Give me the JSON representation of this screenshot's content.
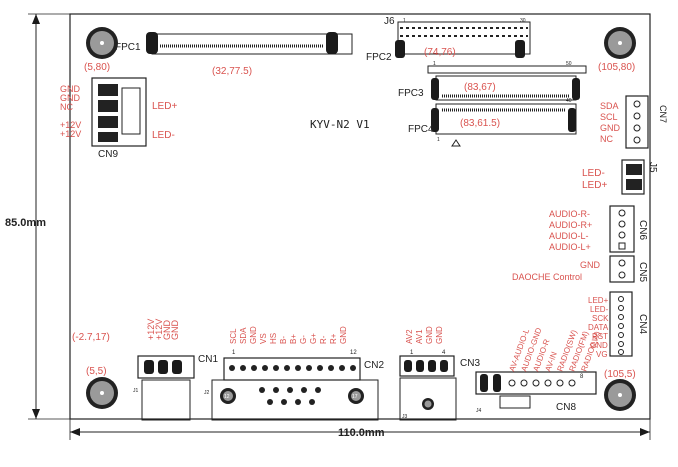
{
  "dimensions": {
    "width": "110.0mm",
    "height": "85.0mm"
  },
  "board_title": "KYV-N2 V1",
  "coordinates": {
    "top_left": "(5,80)",
    "top_right": "(105,80)",
    "bottom_left": "(5,5)",
    "bottom_right": "(105,5)",
    "cn1": "(-2.7,17)",
    "fpc1": "(32,77.5)",
    "fpc2": "(74,76)",
    "fpc3": "(83,67)",
    "fpc4": "(83,61.5)"
  },
  "connectors": {
    "fpc1": "FPC1",
    "fpc2": "FPC2",
    "fpc3": "FPC3",
    "fpc4": "FPC4",
    "j6": "J6",
    "j5": "J5",
    "cn1": "CN1",
    "cn2": "CN2",
    "cn3": "CN3",
    "cn4": "CN4",
    "cn5": "CN5",
    "cn6": "CN6",
    "cn7": "CN7",
    "cn8": "CN8",
    "cn9": "CN9",
    "j1": "J1",
    "j2": "J2",
    "j3": "J3",
    "j4": "J4"
  },
  "cn9_pins": [
    "GND",
    "GND",
    "NC",
    "+12V",
    "+12V"
  ],
  "cn9_led": [
    "LED+",
    "LED-"
  ],
  "cn7_pins": [
    "SDA",
    "SCL",
    "GND",
    "NC"
  ],
  "j5_pins": [
    "LED-",
    "LED+"
  ],
  "cn6_pins": [
    "AUDIO-R-",
    "AUDIO-R+",
    "AUDIO-L-",
    "AUDIO-L+"
  ],
  "cn5_pins": [
    "GND",
    "DAOCHE Control"
  ],
  "cn4_pins": [
    "LED+",
    "LED-",
    "SCK",
    "DATA",
    "RST",
    "GND",
    "VG"
  ],
  "cn1_pins": [
    "+12V",
    "+12V",
    "GND",
    "GND"
  ],
  "cn2_pins": [
    "SCL",
    "SDA",
    "GND",
    "VS",
    "HS",
    "B-",
    "B+",
    "G-",
    "G+",
    "R-",
    "R+",
    "GND"
  ],
  "cn3_pins": [
    "AV2",
    "AV1",
    "GND",
    "GND"
  ],
  "cn8_pins": [
    "AV-AUDIO-L",
    "AUDIO-GND",
    "AUDIO-R",
    "AV-IN",
    "RADIO(SW)",
    "RADIO(FM)",
    "RADIO(LW)"
  ],
  "cn2_pin_numbers": {
    "first": "1",
    "last": "12"
  },
  "cn3_pin_numbers": {
    "first": "1",
    "last": "4"
  },
  "j2_numbers": {
    "left": "12",
    "right": "17"
  },
  "j6_pin_numbers": {
    "first": "1",
    "last": "30"
  },
  "fpc3_pin_numbers": {
    "first": "1",
    "last": "50"
  },
  "fpc4_pin_numbers": {
    "first": "1",
    "last": "40"
  },
  "cn8_pin_number": "8",
  "colors": {
    "annotation": "#d9534f",
    "outline": "#1a1a1a",
    "background": "#ffffff"
  }
}
